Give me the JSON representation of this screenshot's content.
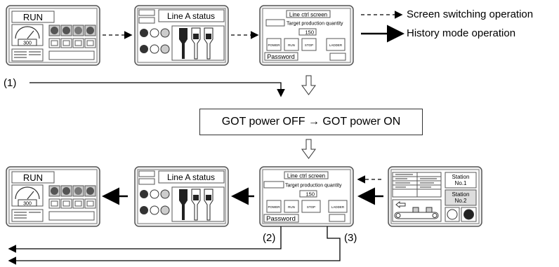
{
  "legend": {
    "screen_switching": "Screen switching operation",
    "history_mode": "History mode operation"
  },
  "center_box": {
    "text": "GOT power OFF → GOT power ON"
  },
  "callouts": {
    "one": "(1)",
    "two": "(2)",
    "three": "(3)"
  },
  "screens": {
    "run": {
      "title": "RUN",
      "meter_value": "300"
    },
    "line_status": {
      "title": "Line A status"
    },
    "line_ctrl": {
      "title": "Line ctrl screen",
      "target_label": "Target production quantity",
      "target_value": "150",
      "buttons": [
        "POWER",
        "RUN",
        "STOP",
        "LADDER"
      ],
      "password_label": "Password"
    },
    "station": {
      "station1": "Station No.1",
      "station2": "Station No.2"
    }
  },
  "colors": {
    "frame": "#555555",
    "panel_bg": "#f2f2f2",
    "arrow_fill": "#ffffff"
  }
}
